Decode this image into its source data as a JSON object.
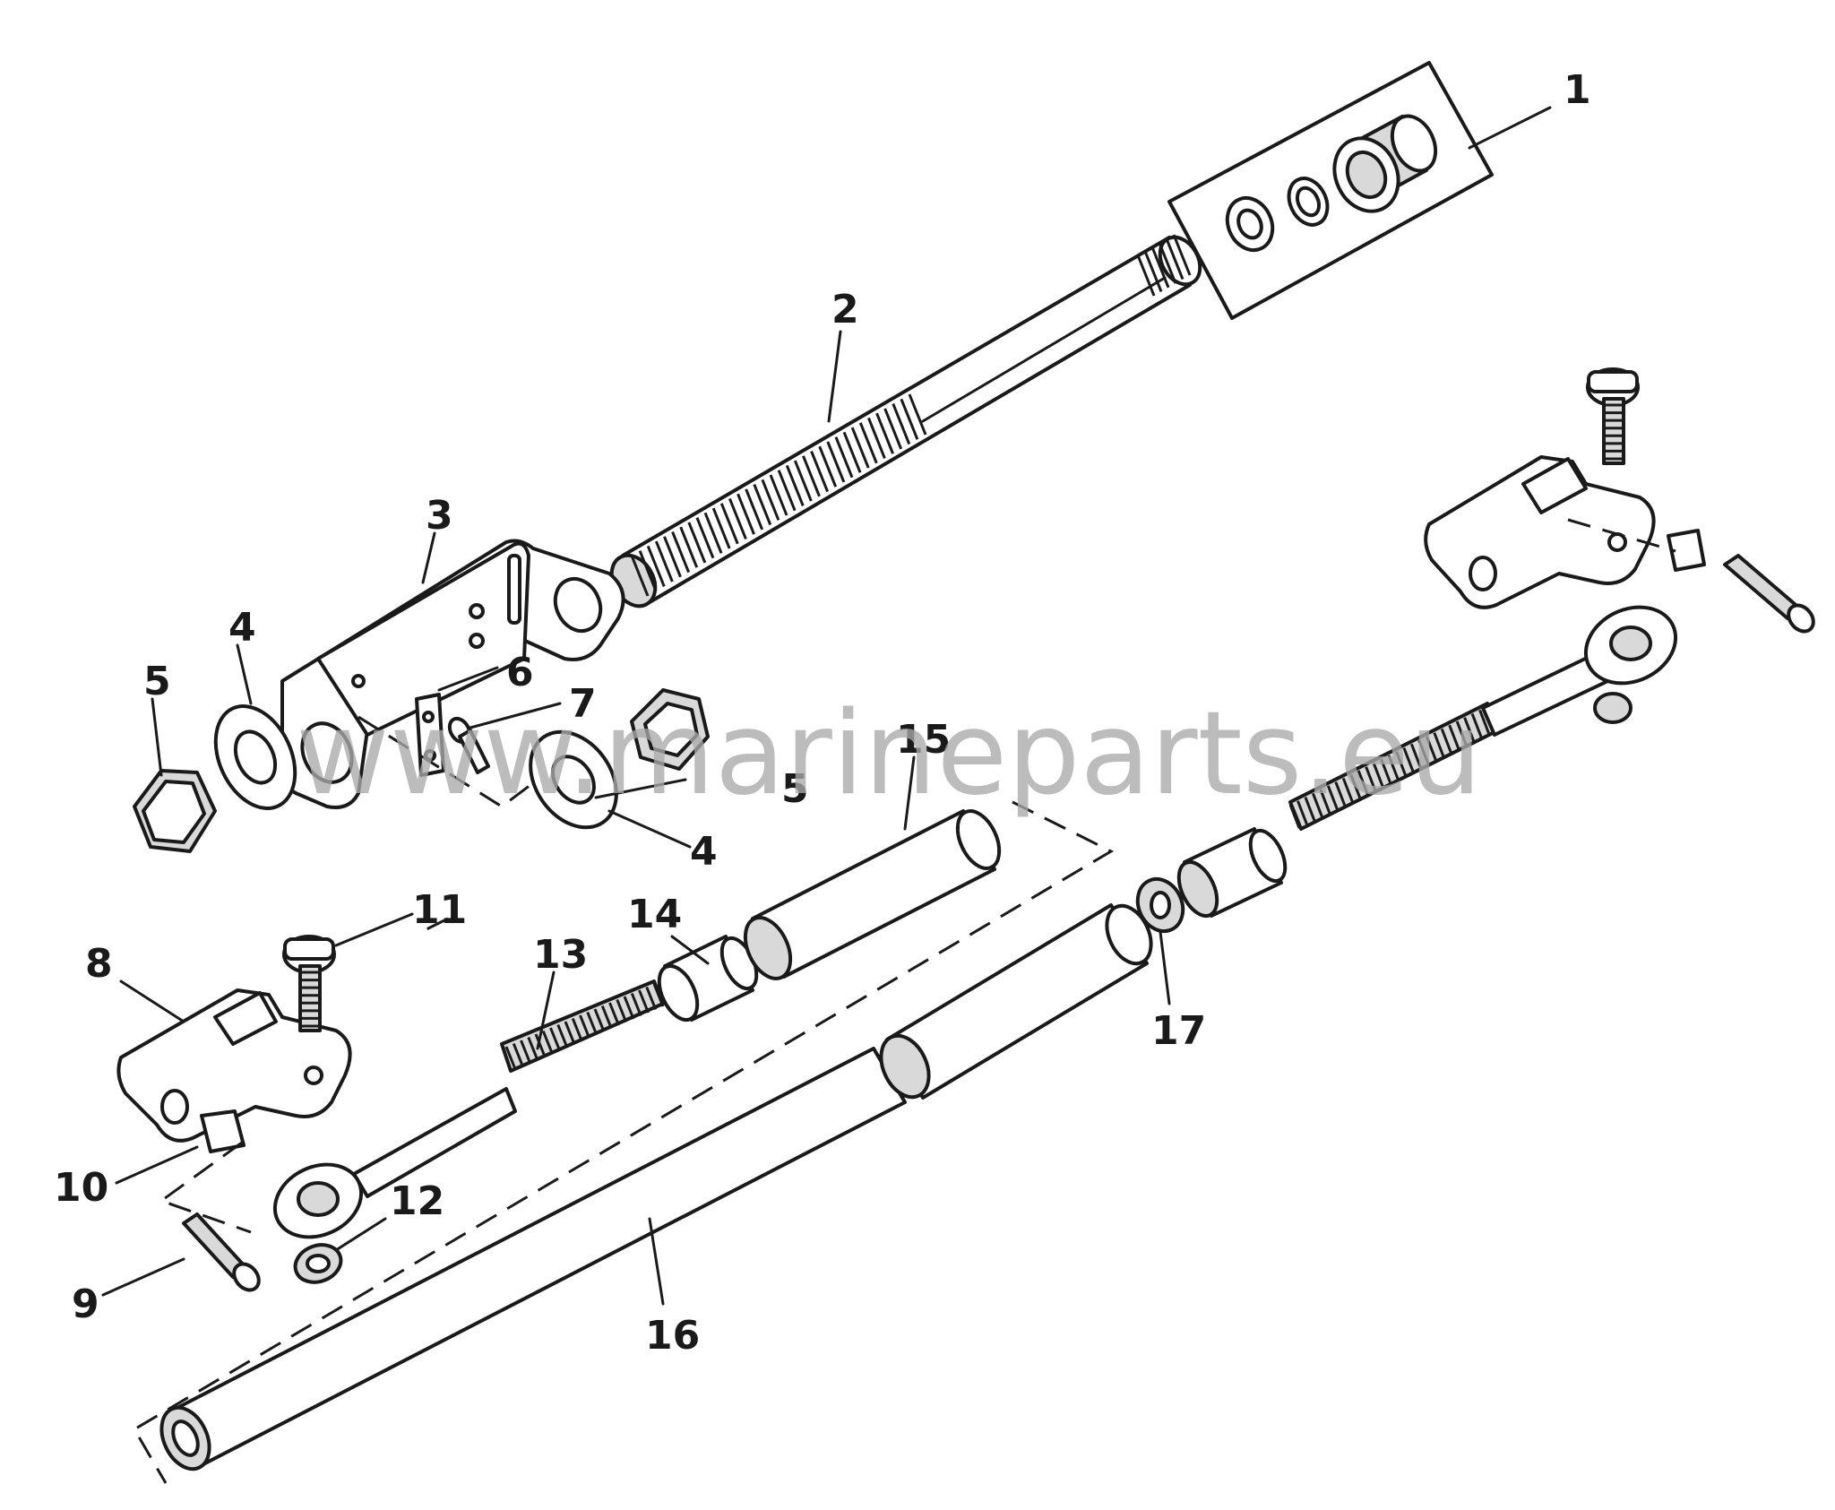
{
  "callouts": {
    "c1": "1",
    "c2": "2",
    "c3": "3",
    "c4a": "4",
    "c4b": "4",
    "c5a": "5",
    "c5b": "5",
    "c6": "6",
    "c7": "7",
    "c8": "8",
    "c9": "9",
    "c10": "10",
    "c11": "11",
    "c12": "12",
    "c13": "13",
    "c14": "14",
    "c15": "15",
    "c16": "16",
    "c17": "17"
  },
  "watermark": "www.marineparts.eu",
  "colors": {
    "line": "#1a1a1a",
    "watermark": "#a9a9a9",
    "background": "#ffffff"
  }
}
